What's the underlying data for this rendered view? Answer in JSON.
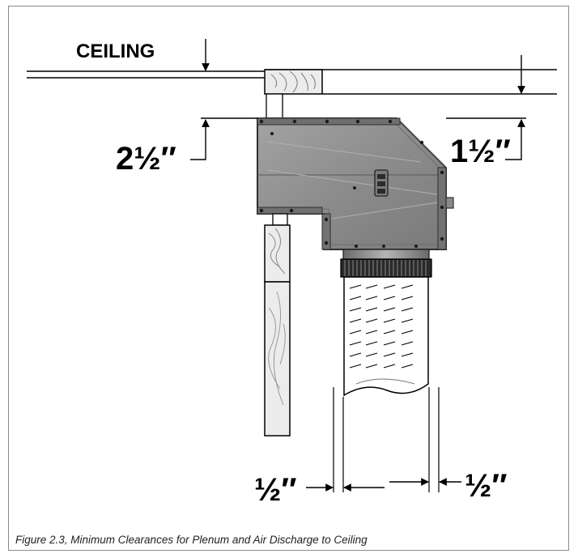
{
  "labels": {
    "ceiling": "CEILING",
    "clearance_top_left": "2½″",
    "clearance_top_right": "1½″",
    "clearance_bottom_left": "½″",
    "clearance_bottom_right": "½″"
  },
  "caption": "Figure 2.3, Minimum Clearances for Plenum and Air Discharge to Ceiling",
  "colors": {
    "plenum_fill": "#8e8e8e",
    "plenum_edge": "#3a3a3a",
    "wood_fill": "#ececec",
    "line": "#000000",
    "frame": "#8a8a8a"
  }
}
